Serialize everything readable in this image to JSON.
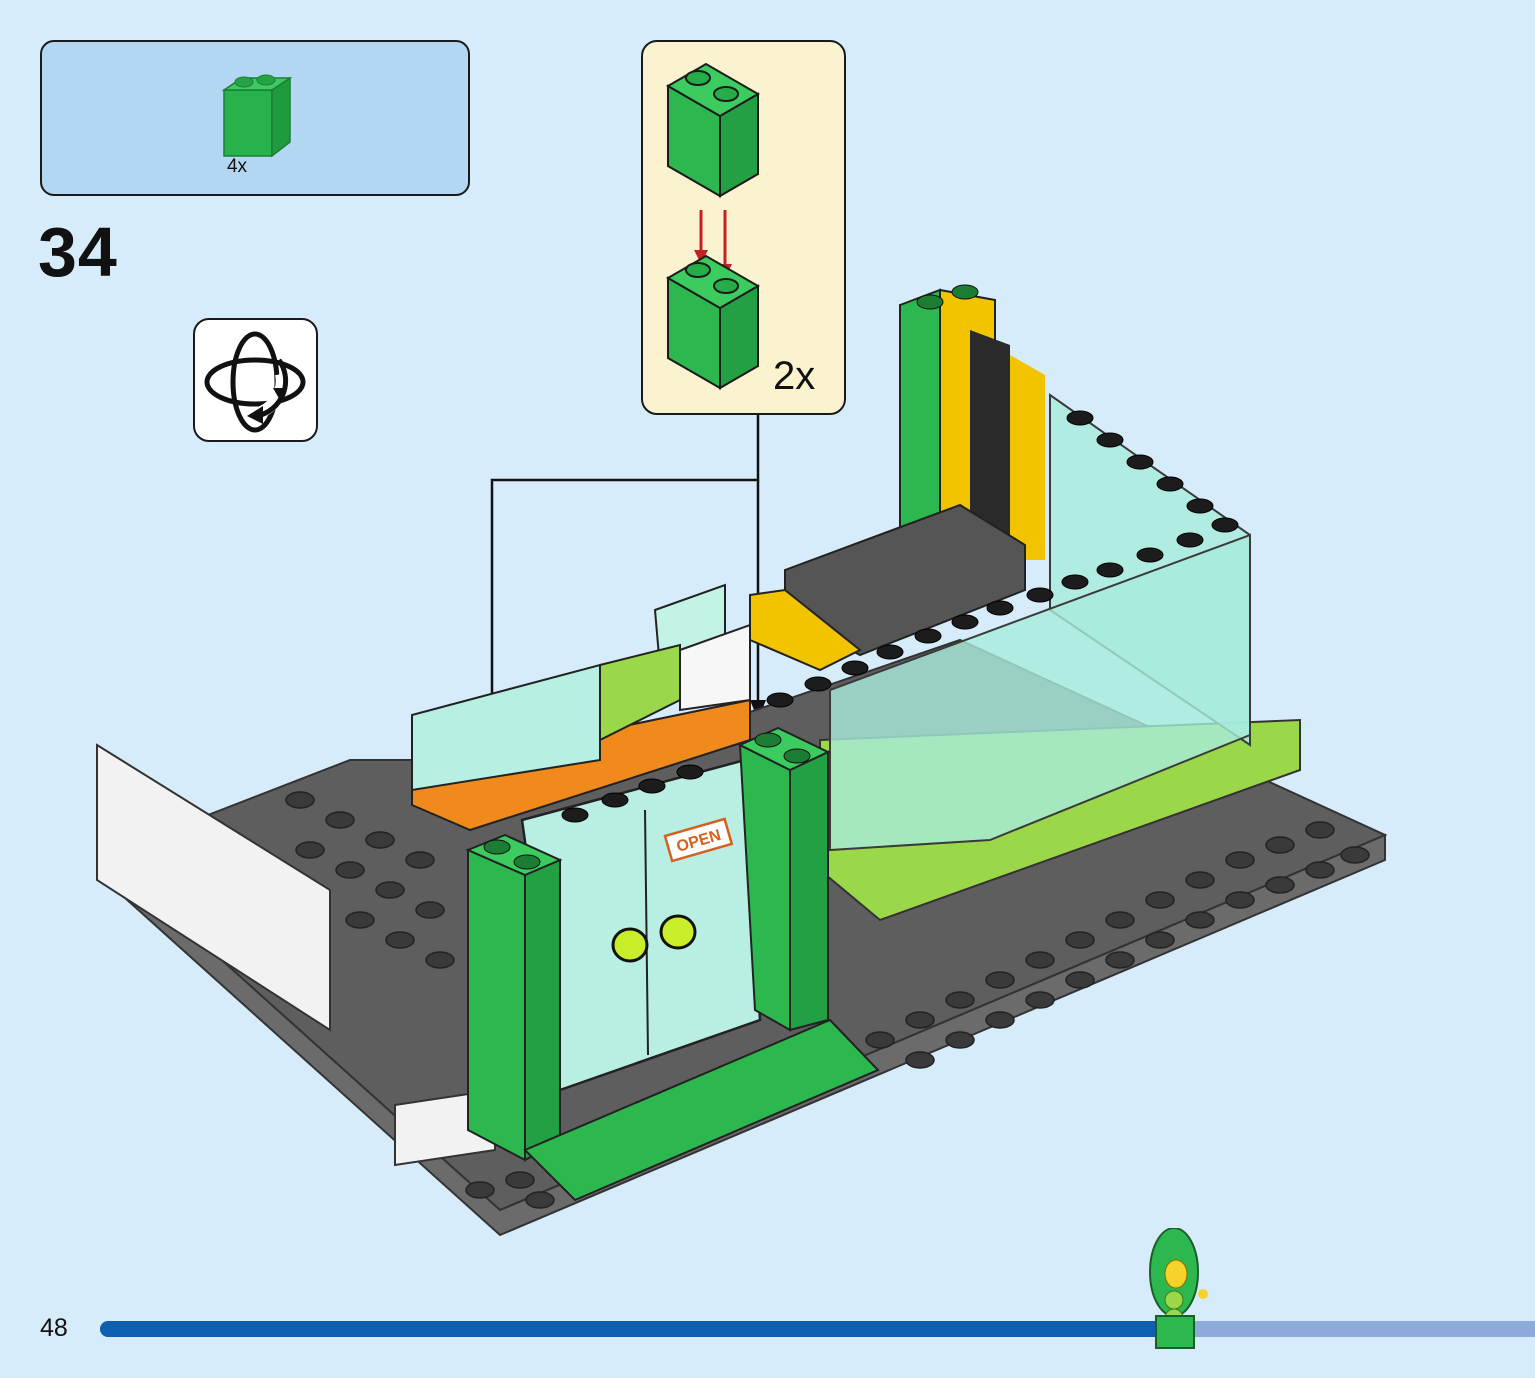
{
  "parts_panel": {
    "quantity": "4x",
    "brick": "green 1x2x2 brick"
  },
  "step": {
    "number": "34"
  },
  "rotate_icon": "rotate-model-icon",
  "sub_assembly": {
    "quantity": "2x"
  },
  "page": {
    "number": "48"
  },
  "progress": {
    "fraction": 0.75
  },
  "sign_text": "OPEN",
  "colors": {
    "background": "#d6ecfb",
    "parts_panel": "#b3d7f3",
    "sub_panel": "#fbf2cf",
    "brick_green": "#2db84f",
    "progress_fill": "#0f5fb0",
    "progress_track": "#8eaadb"
  }
}
